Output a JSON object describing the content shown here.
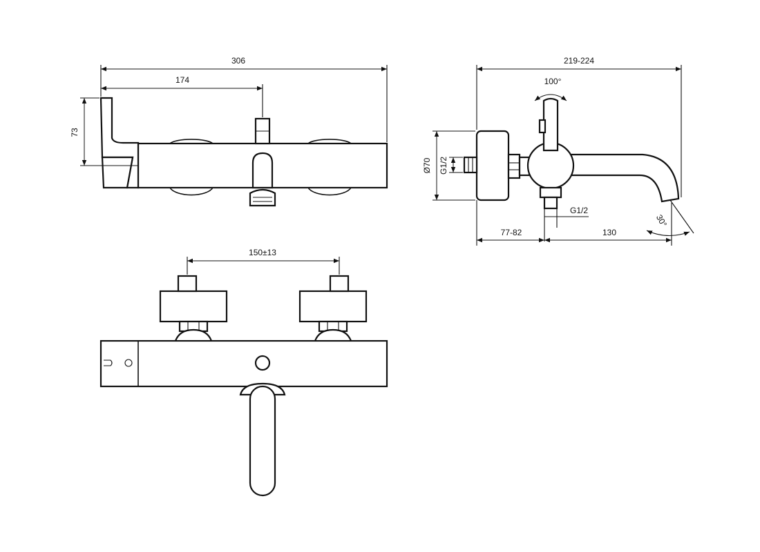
{
  "dimensions": {
    "width_total": "306",
    "handle_offset": "174",
    "height": "73",
    "depth_total": "219-224",
    "rotation": "100°",
    "diameter": "Ø70",
    "thread_inlet": "G1/2",
    "thread_outlet": "G1/2",
    "wall_offset": "77-82",
    "spout_reach": "130",
    "spout_angle": "30°",
    "center_distance": "150±13"
  }
}
